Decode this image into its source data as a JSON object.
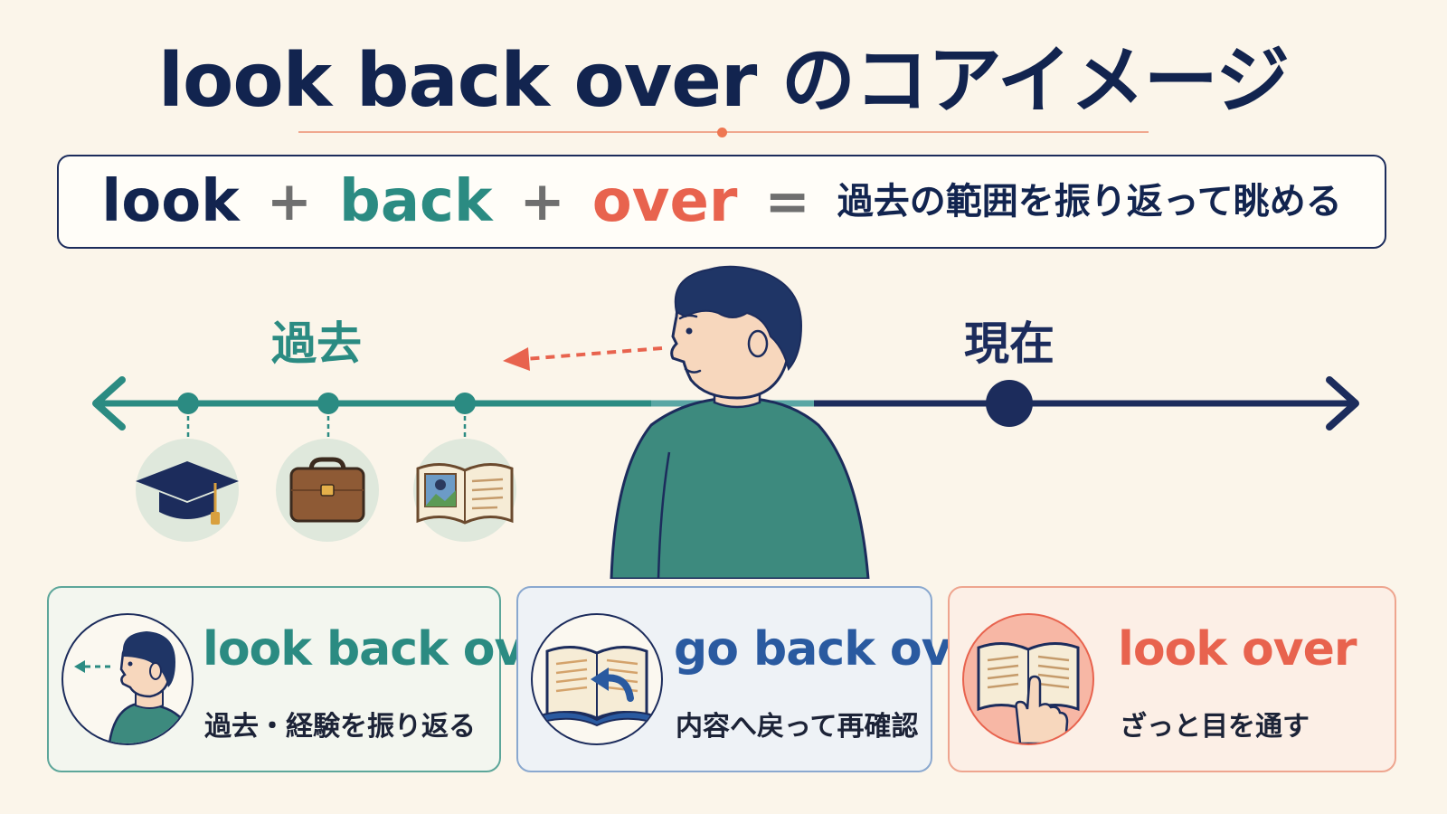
{
  "title": "look back over のコアイメージ",
  "formula": {
    "word1": "look",
    "plus": "+",
    "word2": "back",
    "word3": "over",
    "equals": "=",
    "meaning": "過去の範囲を振り返って眺める"
  },
  "timeline": {
    "past_label": "過去",
    "present_label": "現在",
    "milestones": [
      "graduation-cap-icon",
      "briefcase-icon",
      "photo-album-icon"
    ]
  },
  "cards": [
    {
      "title": "look back over",
      "description": "過去・経験を振り返る",
      "icon": "person-looking-back-icon"
    },
    {
      "title": "go back over",
      "description": "内容へ戻って再確認",
      "icon": "book-back-arrow-icon"
    },
    {
      "title": "look over",
      "description": "ざっと目を通す",
      "icon": "book-pointing-hand-icon"
    }
  ],
  "colors": {
    "navy": "#12244f",
    "teal": "#2b8b82",
    "coral": "#e8634e",
    "blue": "#2a5aa0",
    "background": "#fbf5ea"
  }
}
